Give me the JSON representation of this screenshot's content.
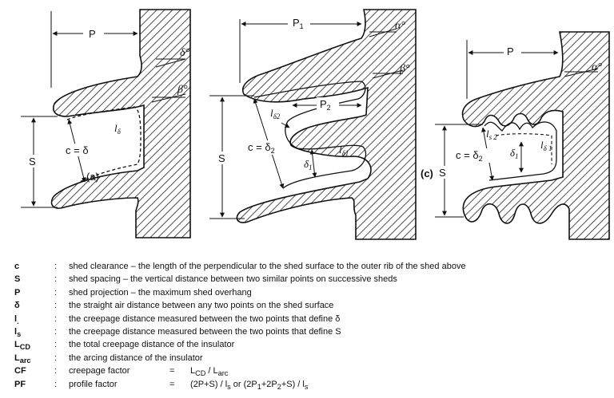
{
  "figure": {
    "panel_a": {
      "label_P": "P",
      "label_delta_angle": "δ°",
      "label_beta_angle": "β°",
      "label_S": "S",
      "label_c": "c = δ",
      "label_l": "l",
      "label_l_sub": "δ",
      "label_panel": "(a)"
    },
    "panel_b": {
      "label_P1": "P",
      "label_P1_sub": "1",
      "label_alpha_angle": "α°",
      "label_beta_angle": "β°",
      "label_P2": "P",
      "label_P2_sub": "2",
      "label_l2": "l",
      "label_l2_sub": "δ2",
      "label_S": "S",
      "label_c": "c = δ",
      "label_c_sub": "2",
      "label_l1": "l",
      "label_l1_sub": "δ1",
      "label_delta1": "δ",
      "label_delta1_sub": "1"
    },
    "panel_c": {
      "label_P": "P",
      "label_alpha_angle": "α°",
      "label_panel": "(c)",
      "label_S": "S",
      "label_c": "c = δ",
      "label_c_sub": "2",
      "label_ls": "l",
      "label_ls_sub": "s 2",
      "label_delta1": "δ",
      "label_delta1_sub": "1",
      "label_l1": "l",
      "label_l1_sub": "δ 1"
    }
  },
  "legend": [
    {
      "sym": "c",
      "sub": "",
      "text": "shed clearance – the length of the perpendicular to the shed surface to the outer rib of the shed above"
    },
    {
      "sym": "S",
      "sub": "",
      "text": "shed spacing – the vertical distance between two similar points on successive sheds"
    },
    {
      "sym": "P",
      "sub": "",
      "text": "shed projection – the maximum shed overhang"
    },
    {
      "sym": "δ",
      "sub": "",
      "text": "the straight air distance between any two points on the shed surface"
    },
    {
      "sym": "l",
      "sub": ".",
      "text": "the creepage distance measured between the two points that define δ"
    },
    {
      "sym": "l",
      "sub": "s",
      "text": "the creepage distance measured between the two points that define S"
    },
    {
      "sym": "L",
      "sub": "CD",
      "text": "the total creepage distance of the insulator"
    },
    {
      "sym": "L",
      "sub": "arc",
      "text": "the arcing distance of the insulator"
    }
  ],
  "formulas": [
    {
      "sym": "CF",
      "name": "creepage factor",
      "eq": "=",
      "expr": "L",
      "expr_sub1": "CD",
      "expr_mid": " / L",
      "expr_sub2": "arc",
      "expr_tail": ""
    },
    {
      "sym": "PF",
      "name": "profile factor",
      "eq": "=",
      "expr": "(2P+S) / l",
      "expr_sub1": "s",
      "expr_mid": " or (2P",
      "expr_sub2": "1",
      "expr_tail": "+2P",
      "expr_sub3": "2",
      "expr_tail2": "+S) / l",
      "expr_sub4": "s"
    }
  ]
}
